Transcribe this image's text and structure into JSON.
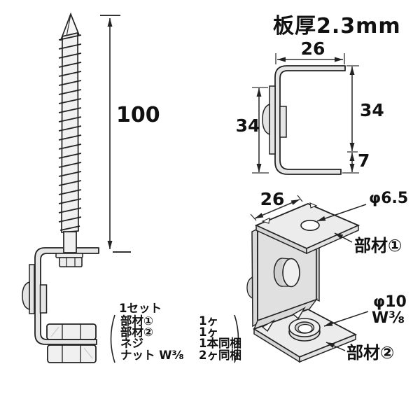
{
  "title": "板厚2.3mm",
  "colors": {
    "ink": "#222222",
    "metal_light": "#ececec",
    "metal_mid": "#e0e0e0",
    "metal_dark": "#d5d5d5"
  },
  "screw_view": {
    "length_dim": "100"
  },
  "side_view": {
    "top_width_dim": "26",
    "left_height_dim": "34",
    "right_height_dim": "34",
    "right_bottom_dim": "7"
  },
  "iso_view": {
    "top_width_dim": "26",
    "top_hole_dim": "φ6.5",
    "member1_label": "部材①",
    "bottom_hole_dim": "φ10",
    "thread_spec": "W⅜",
    "member2_label": "部材②"
  },
  "parts_list": {
    "heading": "1セット",
    "items": [
      {
        "name": "部材①",
        "qty": "1ヶ"
      },
      {
        "name": "部材②",
        "qty": "1ヶ"
      },
      {
        "name": "ネジ",
        "qty": "1本同梱"
      },
      {
        "name": "ナット W⅜",
        "qty": "2ヶ同梱"
      }
    ]
  }
}
